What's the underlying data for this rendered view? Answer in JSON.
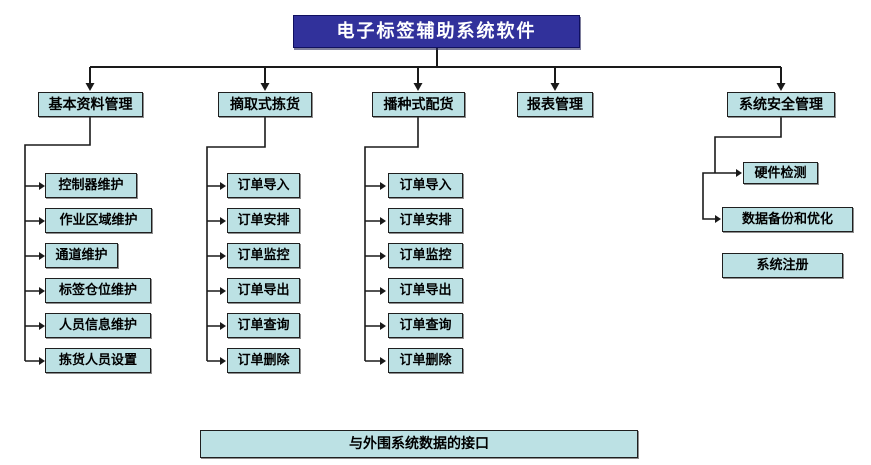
{
  "title": "电子标签辅助系统软件",
  "branches": [
    {
      "label": "基本资料管理",
      "children": [
        "控制器维护",
        "作业区域维护",
        "通道维护",
        "标签仓位维护",
        "人员信息维护",
        "拣货人员设置"
      ]
    },
    {
      "label": "摘取式拣货",
      "children": [
        "订单导入",
        "订单安排",
        "订单监控",
        "订单导出",
        "订单查询",
        "订单删除"
      ]
    },
    {
      "label": "播种式配货",
      "children": [
        "订单导入",
        "订单安排",
        "订单监控",
        "订单导出",
        "订单查询",
        "订单删除"
      ]
    },
    {
      "label": "报表管理",
      "children": []
    },
    {
      "label": "系统安全管理",
      "children": [
        "硬件检测",
        "数据备份和优化",
        "系统注册"
      ]
    }
  ],
  "footer": "与外围系统数据的接口",
  "colors": {
    "root_fill": "#31319B",
    "root_text": "#FFFFFF",
    "node_fill": "#BCE1E4",
    "border": "#1F1F1F",
    "line": "#1A1A1A"
  }
}
